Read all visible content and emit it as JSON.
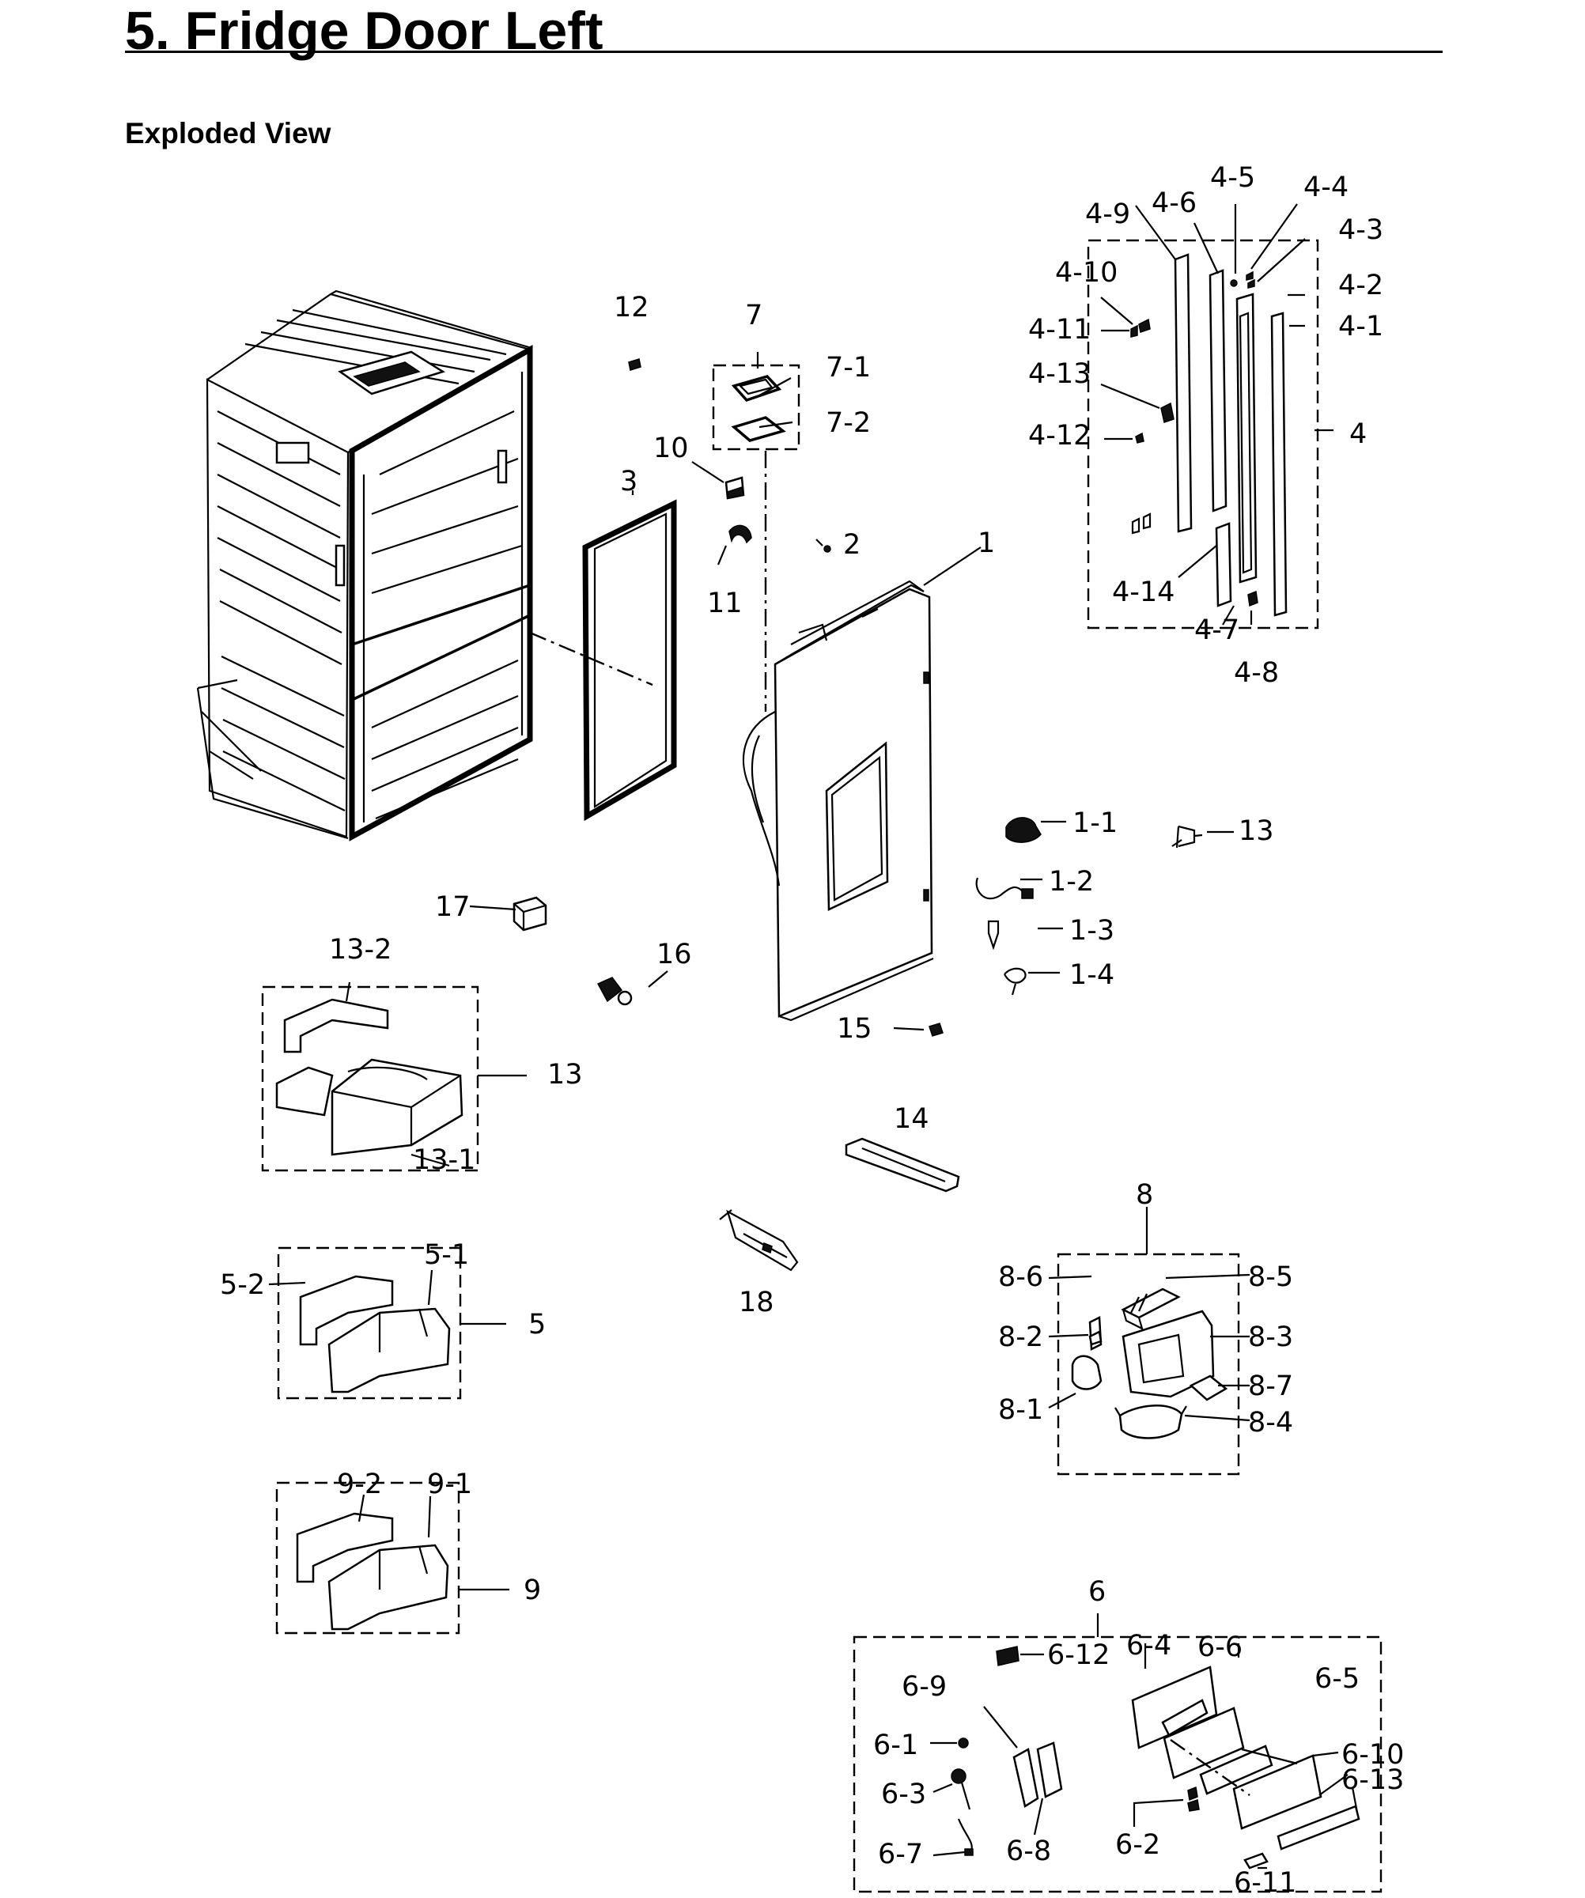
{
  "header": {
    "title": "5.  Fridge Door Left",
    "subtitle": "Exploded View"
  },
  "callouts": {
    "c1": "1",
    "c1_1": "1-1",
    "c1_2": "1-2",
    "c1_3": "1-3",
    "c1_4": "1-4",
    "c2": "2",
    "c3": "3",
    "c4": "4",
    "c4_1": "4-1",
    "c4_2": "4-2",
    "c4_3": "4-3",
    "c4_4": "4-4",
    "c4_5": "4-5",
    "c4_6": "4-6",
    "c4_7": "4-7",
    "c4_8": "4-8",
    "c4_9": "4-9",
    "c4_10": "4-10",
    "c4_11": "4-11",
    "c4_12": "4-12",
    "c4_13": "4-13",
    "c4_14": "4-14",
    "c5": "5",
    "c5_1": "5-1",
    "c5_2": "5-2",
    "c6": "6",
    "c6_1": "6-1",
    "c6_2": "6-2",
    "c6_3": "6-3",
    "c6_4": "6-4",
    "c6_5": "6-5",
    "c6_6": "6-6",
    "c6_7": "6-7",
    "c6_8": "6-8",
    "c6_9": "6-9",
    "c6_10": "6-10",
    "c6_11": "6-11",
    "c6_12": "6-12",
    "c6_13": "6-13",
    "c7": "7",
    "c7_1": "7-1",
    "c7_2": "7-2",
    "c8": "8",
    "c8_1": "8-1",
    "c8_2": "8-2",
    "c8_3": "8-3",
    "c8_4": "8-4",
    "c8_5": "8-5",
    "c8_6": "8-6",
    "c8_7": "8-7",
    "c9": "9",
    "c9_1": "9-1",
    "c9_2": "9-2",
    "c10": "10",
    "c11": "11",
    "c12": "12",
    "c13": "13",
    "c13b": "13",
    "c13_1": "13-1",
    "c13_2": "13-2",
    "c14": "14",
    "c15": "15",
    "c16": "16",
    "c17": "17",
    "c18": "18"
  }
}
